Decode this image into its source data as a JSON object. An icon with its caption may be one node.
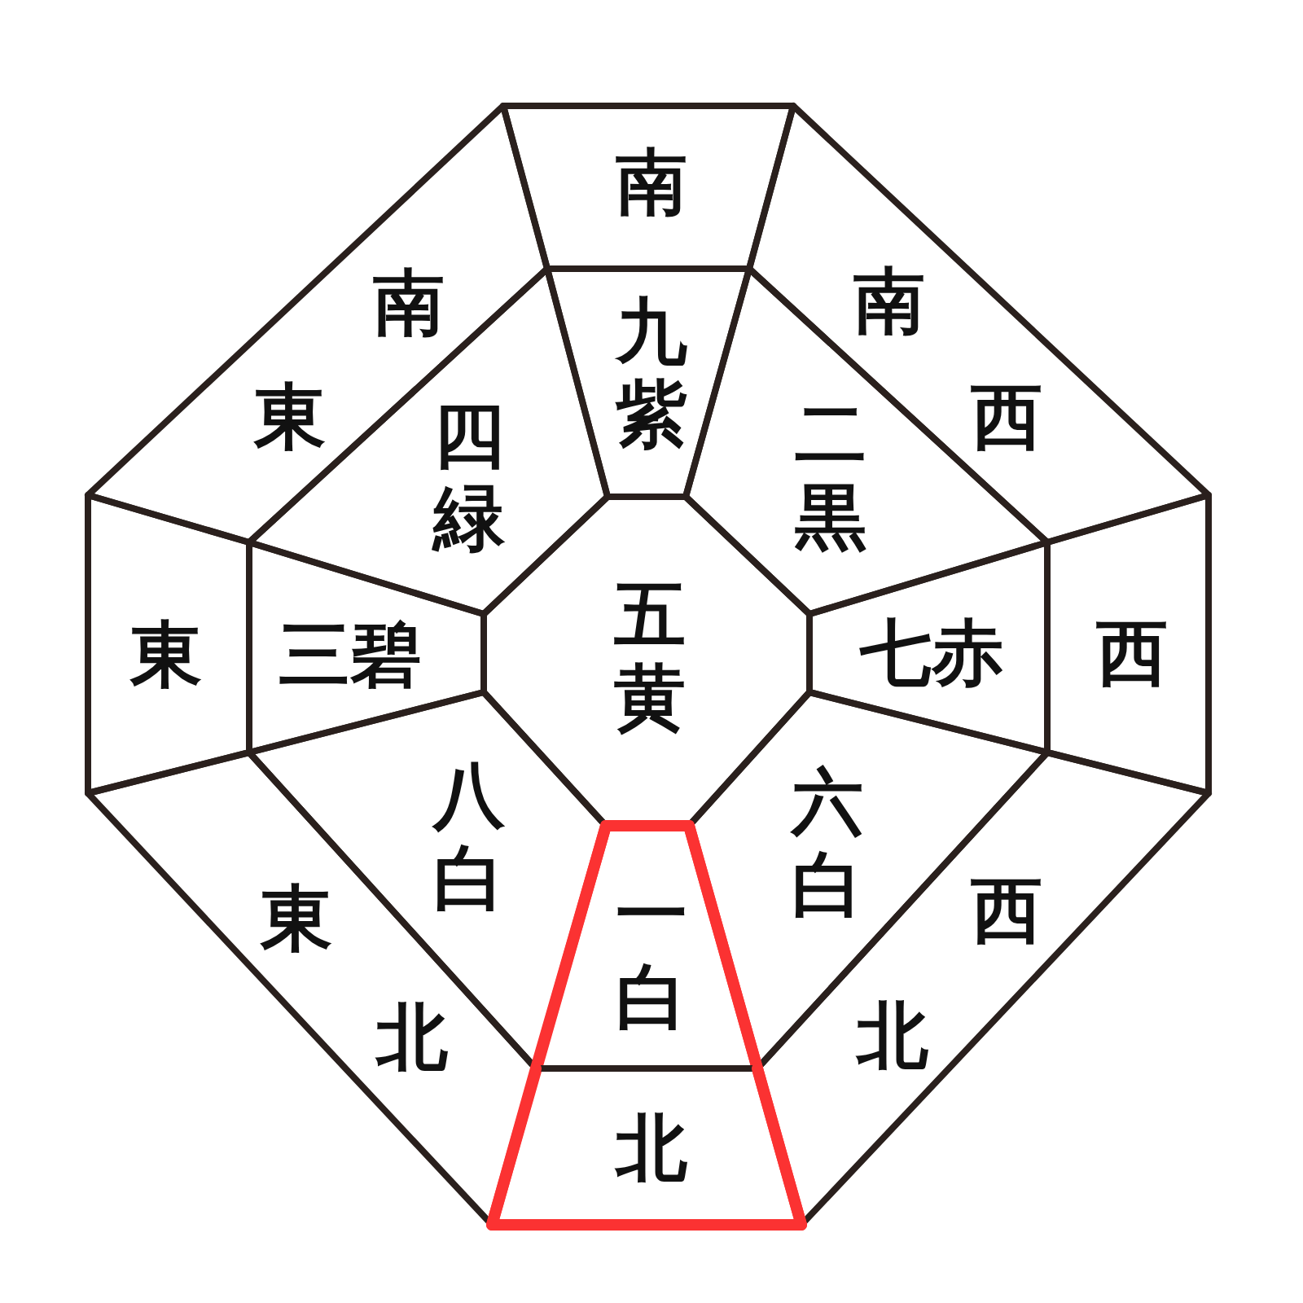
{
  "diagram": {
    "nodes": [
      {
        "text": [
          "南"
        ]
      },
      {
        "text": [
          "南",
          "東"
        ]
      },
      {
        "text": [
          "九紫"
        ]
      },
      {
        "text": [
          "南",
          "西"
        ]
      },
      {
        "text": [
          "四緑"
        ]
      },
      {
        "text": [
          "二黒"
        ]
      },
      {
        "text": [
          "東"
        ]
      },
      {
        "text": [
          "三碧"
        ]
      },
      {
        "text": [
          "五黄"
        ]
      },
      {
        "text": [
          "七赤"
        ]
      },
      {
        "text": [
          "西"
        ]
      },
      {
        "text": [
          "八白"
        ]
      },
      {
        "text": [
          "六白"
        ]
      },
      {
        "text": [
          "東",
          "北"
        ]
      },
      {
        "text": [],
        "shape": "trapezoid"
      },
      {
        "text": [
          "一白"
        ],
        "in": 14
      },
      {
        "text": [
          "北"
        ],
        "in": 14
      },
      {
        "text": [
          "西",
          "北"
        ]
      }
    ]
  }
}
